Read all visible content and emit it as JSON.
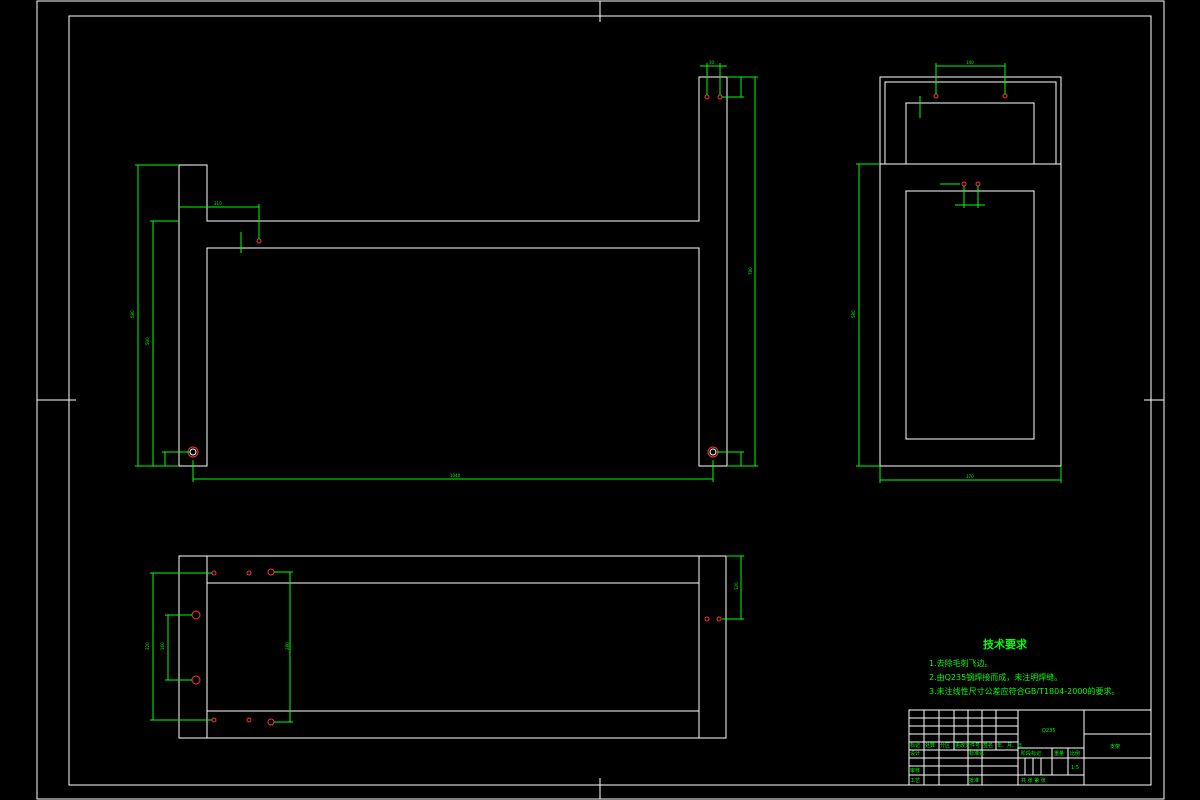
{
  "drawing": {
    "line_color": "#ffffff",
    "dim_color": "#00ff00",
    "hole_color": "#ff3333",
    "background": "#000000"
  },
  "tech_requirements": {
    "title": "技术要求",
    "items": [
      "1.去除毛刺飞边。",
      "2.由Q235钢焊接而成，未注明焊缝。",
      "3.未注线性尺寸公差应符合GB/T1804-2000的要求。"
    ]
  },
  "title_block": {
    "material": "Q235",
    "drawing_name": "支架",
    "scale": "1:5",
    "labels": {
      "designer": "设计",
      "checker": "审核",
      "process": "工艺",
      "standardization": "标准化",
      "approval": "批准",
      "mark": "标记",
      "quantity": "处数",
      "zone": "分区",
      "change_doc": "更改文件号",
      "signature": "签名",
      "date": "年、月、日",
      "stage_mark": "阶段标记",
      "weight": "重量",
      "ratio": "比例",
      "sheets": "共  张  第  张"
    }
  },
  "dimensions": {
    "front_overall_height": "580",
    "front_inner_height": "500",
    "front_width": "1040",
    "front_right_height": "780",
    "front_top_offset": "310",
    "front_hole_spacing_top": "30",
    "side_width": "370",
    "side_height": "580",
    "side_top_spacing": "140",
    "plan_height": "320",
    "plan_inner": "280",
    "plan_spacing": "160",
    "plan_right": "120"
  }
}
